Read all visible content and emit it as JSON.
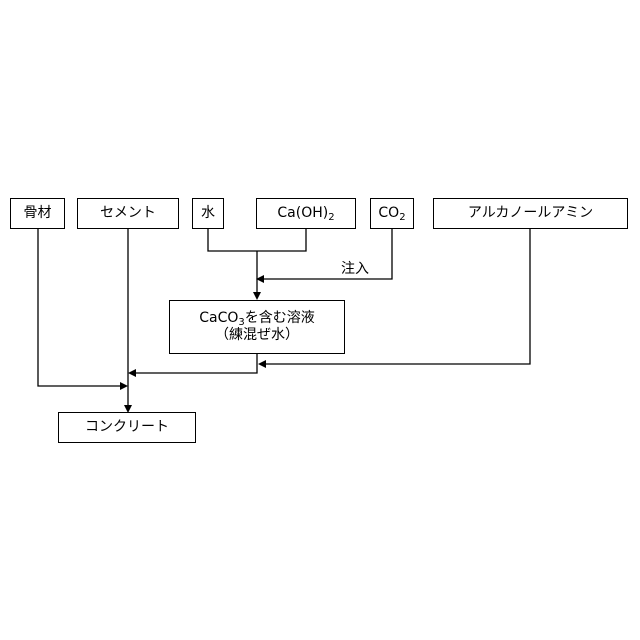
{
  "nodes": {
    "aggregate": "骨材",
    "cement": "セメント",
    "water": "水",
    "caoh2_prefix": "Ca(OH)",
    "caoh2_sub": "2",
    "co2_prefix": "CO",
    "co2_sub": "2",
    "alkanolamine": "アルカノールアミン",
    "solution_line1_prefix": "CaCO",
    "solution_line1_sub": "3",
    "solution_line1_suffix": "を含む溶液",
    "solution_line2": "（練混ぜ水）",
    "concrete": "コンクリート"
  },
  "edge_labels": {
    "injection": "注入"
  }
}
